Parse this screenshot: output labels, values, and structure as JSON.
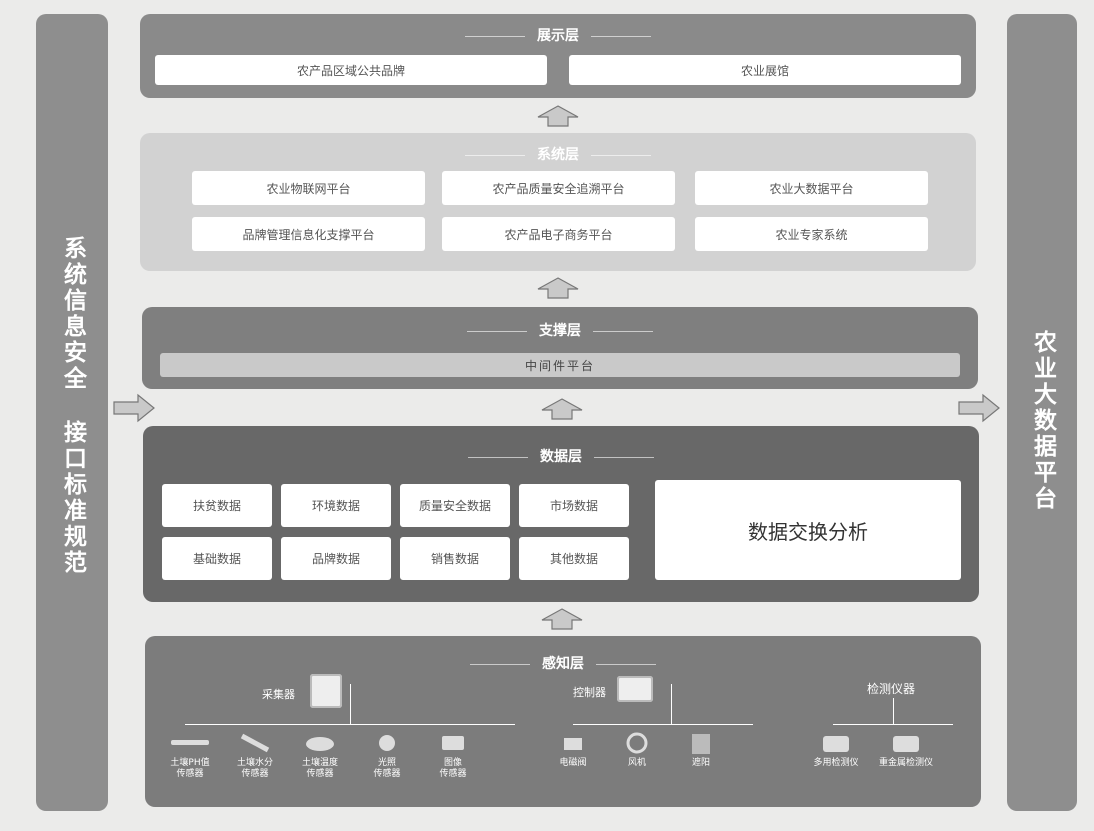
{
  "left_column": {
    "text1": "系统信息安全",
    "text2": "接口标准规范"
  },
  "right_column": {
    "text": "农业大数据平台"
  },
  "display_layer": {
    "title": "展示层",
    "boxes": [
      "农产品区域公共品牌",
      "农业展馆"
    ]
  },
  "system_layer": {
    "title": "系统层",
    "boxes": [
      "农业物联网平台",
      "农产品质量安全追溯平台",
      "农业大数据平台",
      "品牌管理信息化支撑平台",
      "农产品电子商务平台",
      "农业专家系统"
    ]
  },
  "support_layer": {
    "title": "支撑层",
    "platform": "中间件平台"
  },
  "data_layer": {
    "title": "数据层",
    "boxes": [
      "扶贫数据",
      "环境数据",
      "质量安全数据",
      "市场数据",
      "基础数据",
      "品牌数据",
      "销售数据",
      "其他数据"
    ],
    "analysis": "数据交换分析"
  },
  "perception_layer": {
    "title": "感知层",
    "collector": "采集器",
    "controller": "控制器",
    "detector": "检测仪器",
    "sensors": [
      "土壤PH值\n传感器",
      "土壤水分\n传感器",
      "土壤温度\n传感器",
      "光照\n传感器",
      "图像\n传感器"
    ],
    "actuators": [
      "电磁阀",
      "风机",
      "遮阳"
    ],
    "instruments": [
      "多用检测仪",
      "重金属检测仪"
    ]
  }
}
